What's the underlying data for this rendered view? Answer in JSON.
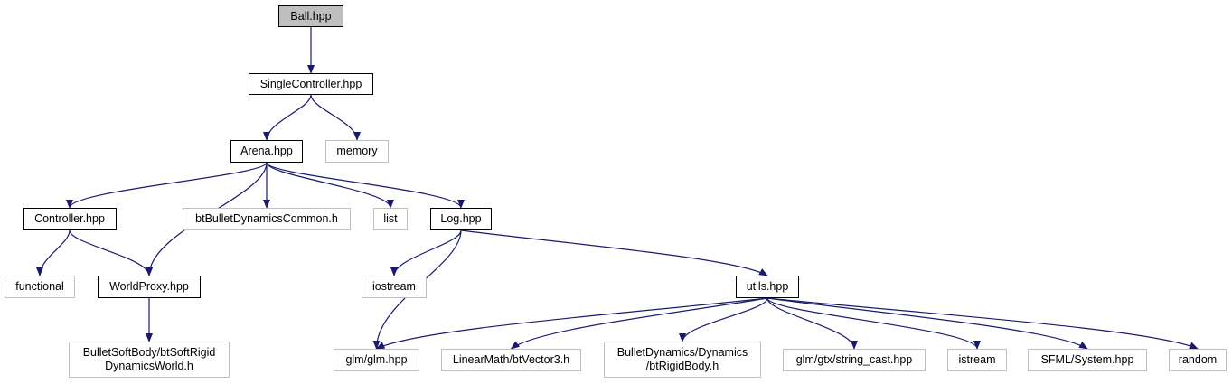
{
  "diagram": {
    "edge_color": "#191970",
    "nodes": [
      {
        "id": "ball",
        "label": "Ball.hpp",
        "kind": "root"
      },
      {
        "id": "single",
        "label": "SingleController.hpp",
        "kind": "internal"
      },
      {
        "id": "arena",
        "label": "Arena.hpp",
        "kind": "internal"
      },
      {
        "id": "memory",
        "label": "memory",
        "kind": "external"
      },
      {
        "id": "controller",
        "label": "Controller.hpp",
        "kind": "internal"
      },
      {
        "id": "btdyn",
        "label": "btBulletDynamicsCommon.h",
        "kind": "external"
      },
      {
        "id": "list",
        "label": "list",
        "kind": "external"
      },
      {
        "id": "log",
        "label": "Log.hpp",
        "kind": "internal"
      },
      {
        "id": "functional",
        "label": "functional",
        "kind": "external"
      },
      {
        "id": "worldproxy",
        "label": "WorldProxy.hpp",
        "kind": "internal"
      },
      {
        "id": "iostream",
        "label": "iostream",
        "kind": "external"
      },
      {
        "id": "utils",
        "label": "utils.hpp",
        "kind": "internal"
      },
      {
        "id": "bulletsoft",
        "label": "BulletSoftBody/btSoftRigid\nDynamicsWorld.h",
        "kind": "external"
      },
      {
        "id": "glm",
        "label": "glm/glm.hpp",
        "kind": "external"
      },
      {
        "id": "btvector",
        "label": "LinearMath/btVector3.h",
        "kind": "external"
      },
      {
        "id": "btrigid",
        "label": "BulletDynamics/Dynamics\n/btRigidBody.h",
        "kind": "external"
      },
      {
        "id": "stringcast",
        "label": "glm/gtx/string_cast.hpp",
        "kind": "external"
      },
      {
        "id": "istream",
        "label": "istream",
        "kind": "external"
      },
      {
        "id": "sfml",
        "label": "SFML/System.hpp",
        "kind": "external"
      },
      {
        "id": "random",
        "label": "random",
        "kind": "external"
      }
    ],
    "edges": [
      {
        "from": "ball",
        "to": "single"
      },
      {
        "from": "single",
        "to": "arena"
      },
      {
        "from": "single",
        "to": "memory"
      },
      {
        "from": "arena",
        "to": "controller"
      },
      {
        "from": "arena",
        "to": "worldproxy"
      },
      {
        "from": "arena",
        "to": "btdyn"
      },
      {
        "from": "arena",
        "to": "list"
      },
      {
        "from": "arena",
        "to": "log"
      },
      {
        "from": "controller",
        "to": "functional"
      },
      {
        "from": "controller",
        "to": "worldproxy"
      },
      {
        "from": "worldproxy",
        "to": "bulletsoft"
      },
      {
        "from": "log",
        "to": "iostream"
      },
      {
        "from": "log",
        "to": "glm"
      },
      {
        "from": "log",
        "to": "utils"
      },
      {
        "from": "utils",
        "to": "glm"
      },
      {
        "from": "utils",
        "to": "btvector"
      },
      {
        "from": "utils",
        "to": "btrigid"
      },
      {
        "from": "utils",
        "to": "stringcast"
      },
      {
        "from": "utils",
        "to": "istream"
      },
      {
        "from": "utils",
        "to": "sfml"
      },
      {
        "from": "utils",
        "to": "random"
      }
    ]
  }
}
